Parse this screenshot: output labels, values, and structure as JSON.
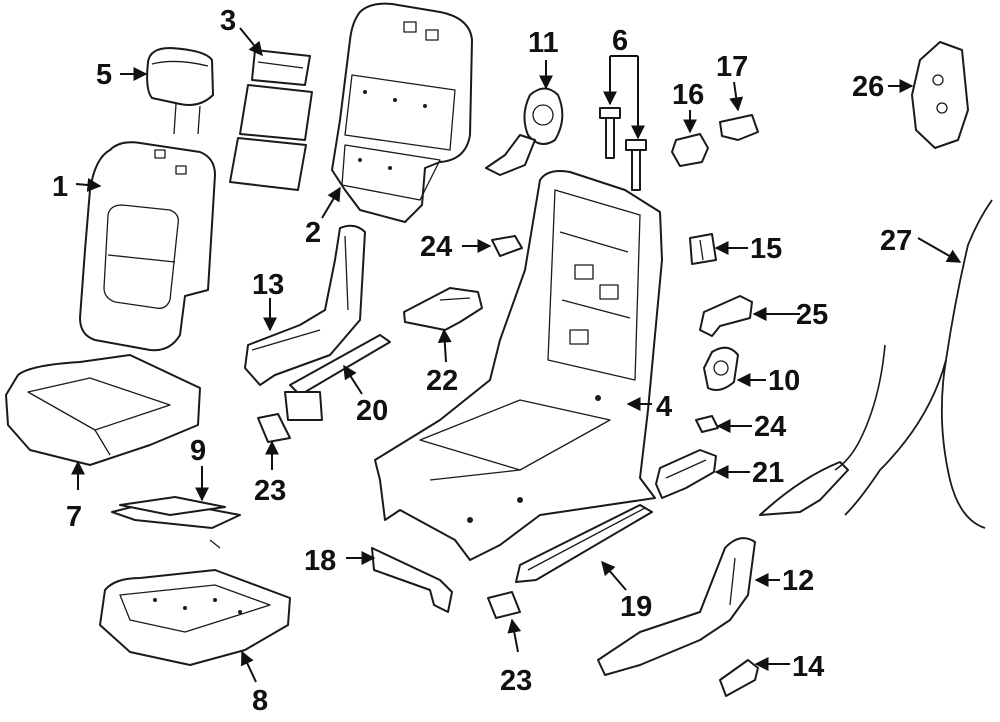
{
  "callouts": {
    "c1": "1",
    "c2": "2",
    "c3": "3",
    "c4": "4",
    "c5": "5",
    "c6": "6",
    "c7": "7",
    "c8": "8",
    "c9": "9",
    "c10": "10",
    "c11": "11",
    "c12": "12",
    "c13": "13",
    "c14": "14",
    "c15": "15",
    "c16": "16",
    "c17": "17",
    "c18": "18",
    "c19": "19",
    "c20": "20",
    "c21": "21",
    "c22": "22",
    "c23a": "23",
    "c23b": "23",
    "c24a": "24",
    "c24b": "24",
    "c25": "25",
    "c26": "26",
    "c27": "27"
  },
  "colors": {
    "line": "#1a1a1a",
    "background": "#ffffff"
  }
}
